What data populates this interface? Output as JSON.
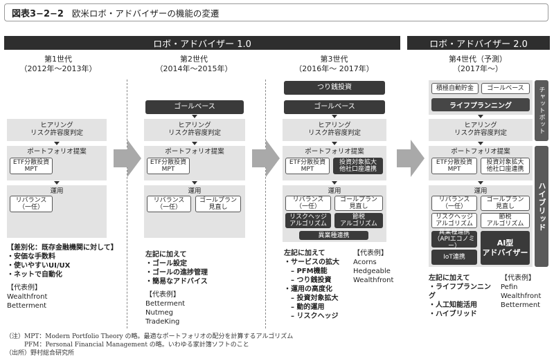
{
  "header": {
    "figure_no": "図表3−2−2",
    "title": "欧米ロボ・アドバイザーの機能の変遷"
  },
  "banners": {
    "v1": "ロボ・アドバイザー 1.0",
    "v2": "ロボ・アドバイザー 2.0"
  },
  "generations": [
    {
      "name": "第1世代",
      "period": "（2012年〜2013年）"
    },
    {
      "name": "第2世代",
      "period": "（2014年〜2015年）"
    },
    {
      "name": "第3世代",
      "period": "（2016年〜 2017年）"
    },
    {
      "name": "第4世代（予測）",
      "period": "（2017年〜）"
    }
  ],
  "common": {
    "hearing1": "ヒアリング",
    "hearing2": "リスク許容度判定",
    "portfolio": "ポートフォリオ提案",
    "etf1": "ETF分散投資",
    "etf2": "MPT",
    "operation": "運用",
    "rebalance1": "リバランス",
    "rebalance2": "（一任）",
    "goal_plan1": "ゴールプラン",
    "goal_plan2": "見直し",
    "goal_base": "ゴールベース"
  },
  "gen3": {
    "tsumisen": "つり銭投資",
    "expand1": "投資対象拡大",
    "expand2": "他社口座連携",
    "riskhedge1": "リスクヘッジ",
    "riskhedge2": "アルゴリズム",
    "tax1": "節税",
    "tax2": "アルゴリズム",
    "cross": "異業種連携"
  },
  "gen4": {
    "savings": "積極自動貯金",
    "lifeplan": "ライフプランニング",
    "api1": "異業種連携",
    "api2": "（APIエコノミー）",
    "iot": "IoT連携",
    "ai1": "AI型",
    "ai2": "アドバイザー",
    "tab_chat": "チャットボット",
    "tab_hybrid": "ハイブリッド"
  },
  "desc": {
    "g1": {
      "heading": "【差別化：既存金融機関に対して】",
      "items": [
        "・安価な手数料",
        "・使いやすいUI/UX",
        "・ネットで自動化"
      ],
      "rep_label": "【代表例】",
      "reps": [
        "Wealthfront",
        "Betterment"
      ]
    },
    "g2": {
      "heading": "左記に加えて",
      "items": [
        "・ゴール設定",
        "・ゴールの進捗管理",
        "・簡易なアドバイス"
      ],
      "rep_label": "【代表例】",
      "reps": [
        "Betterment",
        "Nutmeg",
        "TradeKing"
      ]
    },
    "g3": {
      "heading": "左記に加えて",
      "items": [
        "・サービスの拡大",
        "　– PFM機能",
        "　– つり銭投資",
        "・運用の高度化",
        "　– 投資対象拡大",
        "　– 動的運用",
        "　– リスクヘッジ"
      ],
      "rep_label": "【代表例】",
      "reps": [
        "Acorns",
        "Hedgeable",
        "Wealthfront"
      ]
    },
    "g4": {
      "heading": "左記に加えて",
      "items": [
        "・ライフプランニング",
        "・人工知能活用",
        "・ハイブリッド"
      ],
      "rep_label": "【代表例】",
      "reps": [
        "Pefin",
        "Wealthfront",
        "Betterment"
      ]
    }
  },
  "notes": [
    "（注）MPT：Modern Portfolio Theory の略。最適なポートフォリオの配分を計算するアルゴリズム",
    "　　　PFM：Personal Financial Management の略。いわゆる家計簿ソフトのこと",
    "（出所）野村総合研究所"
  ]
}
